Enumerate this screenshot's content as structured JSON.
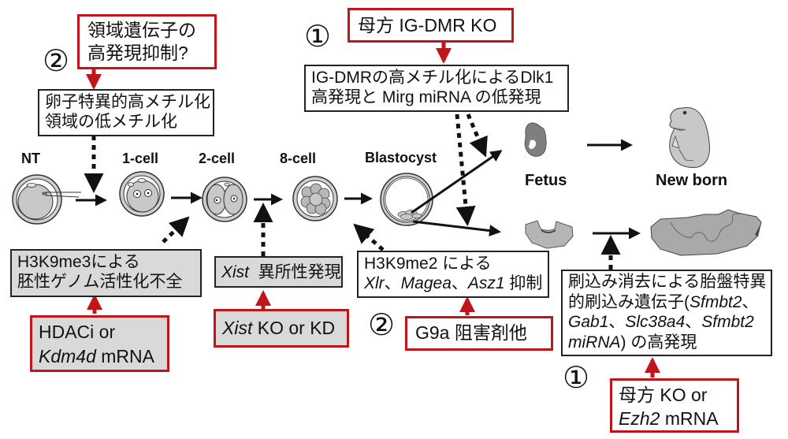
{
  "stages": {
    "nt": "NT",
    "one_cell": "1-cell",
    "two_cell": "2-cell",
    "eight_cell": "8-cell",
    "blastocyst": "Blastocyst",
    "fetus": "Fetus",
    "newborn": "New born"
  },
  "markers": {
    "m1_top": "①",
    "m2_top": "②",
    "m2_bottom": "②",
    "m1_bottom": "①"
  },
  "boxes": {
    "region_gene_suppression": {
      "line1": "領域遺伝子の",
      "line2": "高発現抑制?"
    },
    "oocyte_hypomethylation": {
      "line1": "卵子特異的高メチル化",
      "line2": "領域の低メチル化"
    },
    "maternal_igdmr_ko": {
      "text": "母方 IG-DMR KO"
    },
    "igdmr_effect": {
      "line1": "IG-DMRの高メチル化によるDlk1",
      "line2": "高発現と Mirg miRNA の低発現"
    },
    "h3k9me3": {
      "line1": "H3K9me3による",
      "line2": "胚性ゲノム活性化不全"
    },
    "hdaci": {
      "line1": "HDACi or",
      "line2_italic": "Kdm4d",
      "line2_rest": " mRNA"
    },
    "xist_ectopic": {
      "italic": "Xist",
      "rest": "  異所性発現"
    },
    "xist_ko": {
      "italic": "Xist",
      "rest": " KO or KD"
    },
    "h3k9me2": {
      "line1": "H3K9me2 による",
      "genes": [
        "Xlr",
        "Magea",
        "Asz1"
      ],
      "sep": "、",
      "suffix": " 抑制"
    },
    "g9a": {
      "text": "G9a 阻害剤他"
    },
    "imprint_erasure": {
      "line1": "刷込み消去による胎盤特異",
      "line2_prefix": "的刷込み遺伝子(",
      "line2_gene": "Sfmbt2",
      "line2_sep": "、",
      "line3_gene1": "Gab1",
      "line3_sep1": "、",
      "line3_gene2": "Slc38a4",
      "line3_sep2": "、",
      "line3_gene3": "Sfmbt2",
      "line4_italic": "miRNA",
      "line4_rest": ") の高発現"
    },
    "maternal_ko_ezh2": {
      "line1": "母方 KO or",
      "line2_italic": "Ezh2",
      "line2_rest": " mRNA"
    }
  },
  "colors": {
    "accent_red": "#c0151b",
    "box_gray": "#d9d9d9",
    "cell_gray": "#c8c8c8",
    "fetus_gray": "#7f7f7f",
    "line": "#111111"
  }
}
